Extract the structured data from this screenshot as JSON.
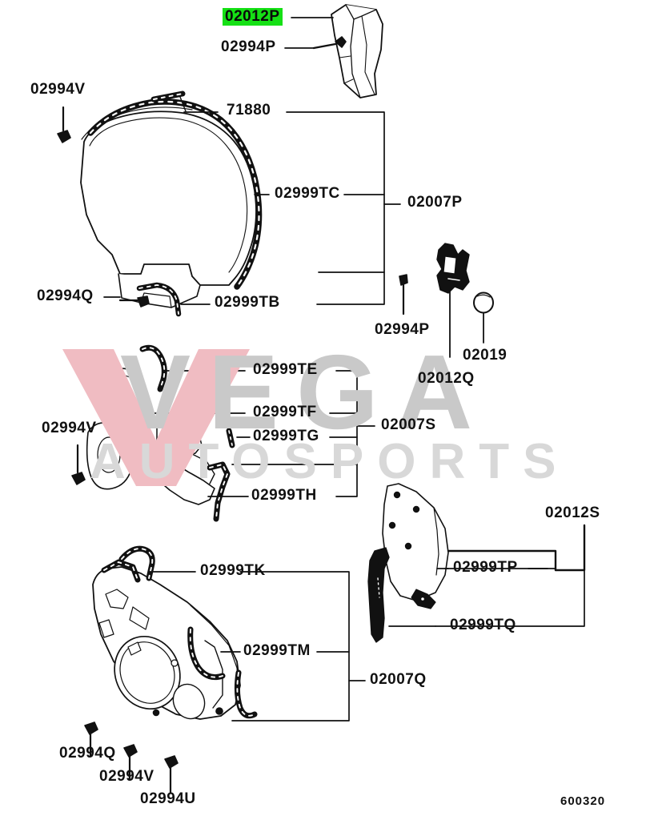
{
  "document": {
    "type": "automotive-parts-diagram",
    "figure_code": "600320"
  },
  "watermark": {
    "brand_top": "VEGA",
    "brand_bottom": "AUTOSPORTS",
    "v_mark_color": "#f0bcc2",
    "text_color": "#cccccc"
  },
  "highlight": {
    "color": "#15e015",
    "part": "02012P"
  },
  "labels": {
    "l01": "02012P",
    "l02": "02994P",
    "l03": "02994V",
    "l04": "71880",
    "l05": "02999TC",
    "l06": "02007P",
    "l07": "02994Q",
    "l08": "02999TB",
    "l09": "02994P",
    "l10": "02019",
    "l11": "02012Q",
    "l12": "02999TE",
    "l13": "02999TF",
    "l14": "02999TG",
    "l15": "02007S",
    "l16": "02994V",
    "l17": "02999TH",
    "l18": "02012S",
    "l19": "02999TP",
    "l20": "02999TQ",
    "l21": "02999TK",
    "l22": "02999TM",
    "l23": "02007Q",
    "l24": "02994Q",
    "l25": "02994V",
    "l26": "02994U",
    "l27": "600320"
  }
}
